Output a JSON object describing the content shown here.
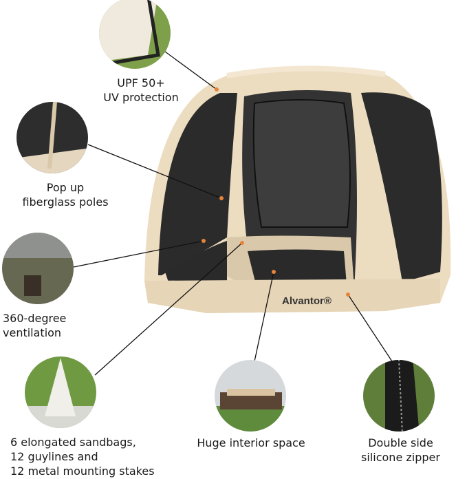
{
  "brand": "Alvantor",
  "colors": {
    "accent_dot": "#e8843a",
    "tent_fabric": "#ecdcc0",
    "mesh": "#2a2a2a"
  },
  "features": [
    {
      "icon": "fabric-corner-photo",
      "lines": [
        "UPF 50+",
        "UV protection"
      ]
    },
    {
      "icon": "pole-photo",
      "lines": [
        "Pop up",
        "fiberglass poles"
      ]
    },
    {
      "icon": "mesh-window-photo",
      "lines": [
        "360-degree",
        "ventilation"
      ]
    },
    {
      "icon": "sandbag-photo",
      "lines": [
        "6 elongated sandbags,",
        "12 guylines and",
        "12 metal mounting stakes"
      ]
    },
    {
      "icon": "patio-furniture-photo",
      "lines": [
        "Huge interior space"
      ]
    },
    {
      "icon": "zipper-photo",
      "lines": [
        "Double side",
        "silicone zipper"
      ]
    }
  ]
}
